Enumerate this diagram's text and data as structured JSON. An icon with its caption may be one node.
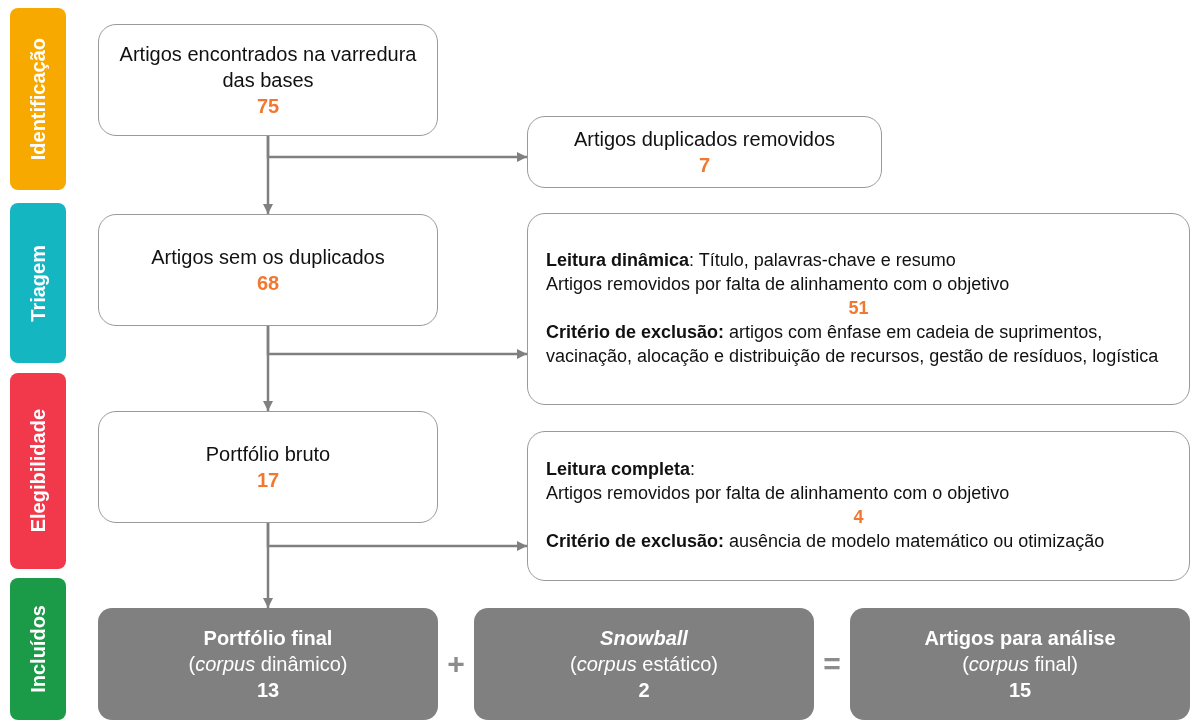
{
  "diagram": {
    "nodes": [
      {
        "text": [
          "Identificação"
        ]
      },
      {
        "text": [
          "Triagem"
        ]
      },
      {
        "text": [
          "Elegibilidade"
        ]
      },
      {
        "text": [
          "Incluídos"
        ]
      },
      {
        "text": [
          "Artigos encontrados na varredura das bases",
          "75"
        ]
      },
      {
        "text": [
          "Artigos duplicados removidos",
          "7"
        ]
      },
      {
        "text": [
          "Artigos sem os duplicados",
          "68"
        ]
      },
      {
        "text": [
          "**Leitura dinâmica**: Título, palavras-chave e resumo",
          "Artigos removidos por falta de alinhamento com o objetivo",
          "51",
          "**Critério de exclusão:** artigos com ênfase em cadeia de suprimentos, vacinação, alocação e distribuição de recursos, gestão de resíduos, logística"
        ]
      },
      {
        "text": [
          "Portfólio bruto",
          "17"
        ]
      },
      {
        "text": [
          "**Leitura completa**:",
          "Artigos removidos por falta de alinhamento com o objetivo",
          "4",
          "**Critério de exclusão:** ausência de modelo matemático ou otimização"
        ]
      },
      {
        "text": [
          "Portfólio final",
          "(*corpus* dinâmico)",
          "13"
        ]
      },
      {
        "text": [
          "*Snowball*",
          "(*corpus* estático)",
          "2"
        ]
      },
      {
        "text": [
          "Artigos para análise",
          "(*corpus* final)",
          "15"
        ]
      }
    ],
    "edges": [
      {
        "from": 4,
        "to": 6,
        "arrow": "to"
      },
      {
        "from": 4,
        "to": 5,
        "arrow": "to"
      },
      {
        "from": 6,
        "to": 8,
        "arrow": "to"
      },
      {
        "from": 6,
        "to": 7,
        "arrow": "to"
      },
      {
        "from": 8,
        "to": 10,
        "arrow": "to"
      },
      {
        "from": 8,
        "to": 9,
        "arrow": "to"
      }
    ],
    "labels": [
      "+",
      "="
    ]
  }
}
